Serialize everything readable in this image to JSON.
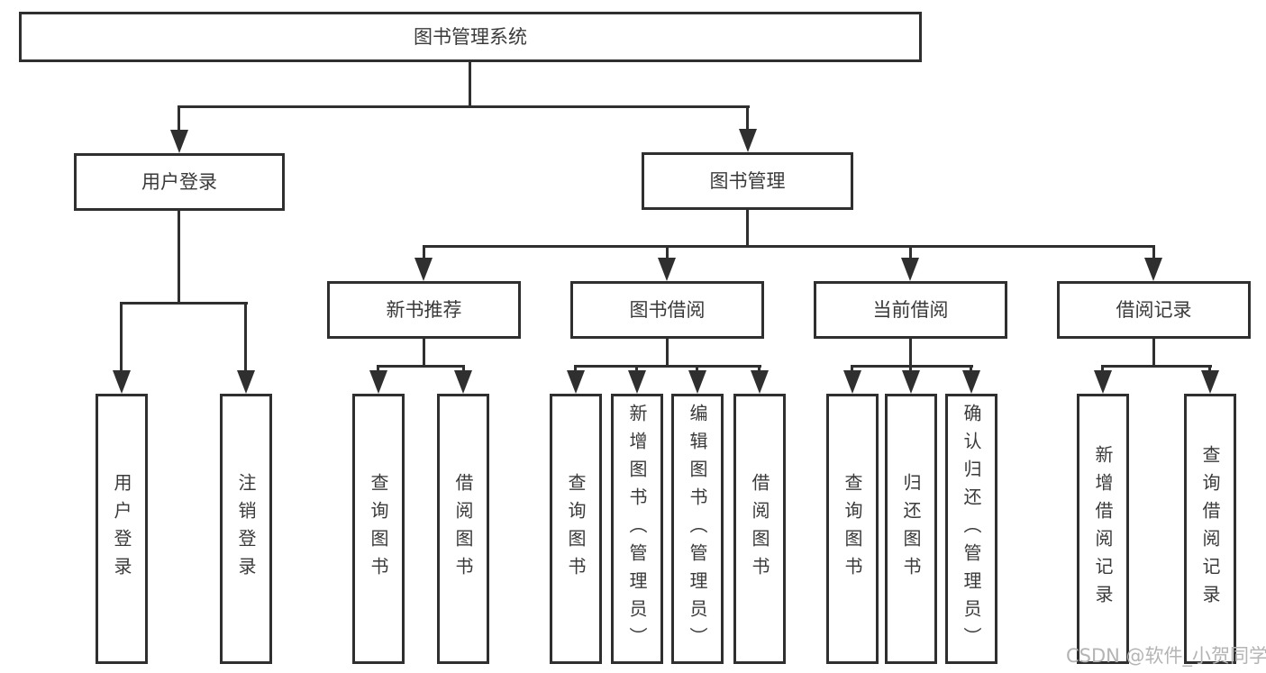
{
  "diagram": {
    "watermark": "CSDN @软件_小贺同学",
    "colors": {
      "line": "#2f2f2f",
      "box_border": "#2f2f2f",
      "text": "#3a3a3a",
      "watermark": "#b4b4b4",
      "background": "#ffffff"
    }
  },
  "tree": {
    "label": "图书管理系统",
    "children": [
      {
        "label": "用户登录",
        "children": [
          {
            "label": "用户登录"
          },
          {
            "label": "注销登录"
          }
        ]
      },
      {
        "label": "图书管理",
        "children": [
          {
            "label": "新书推荐",
            "children": [
              {
                "label": "查询图书"
              },
              {
                "label": "借阅图书"
              }
            ]
          },
          {
            "label": "图书借阅",
            "children": [
              {
                "label": "查询图书"
              },
              {
                "label": "新增图书（管理员）"
              },
              {
                "label": "编辑图书（管理员）"
              },
              {
                "label": "借阅图书"
              }
            ]
          },
          {
            "label": "当前借阅",
            "children": [
              {
                "label": "查询图书"
              },
              {
                "label": "归还图书"
              },
              {
                "label": "确认归还（管理员）"
              }
            ]
          },
          {
            "label": "借阅记录",
            "children": [
              {
                "label": "新增借阅记录"
              },
              {
                "label": "查询借阅记录"
              }
            ]
          }
        ]
      }
    ]
  }
}
